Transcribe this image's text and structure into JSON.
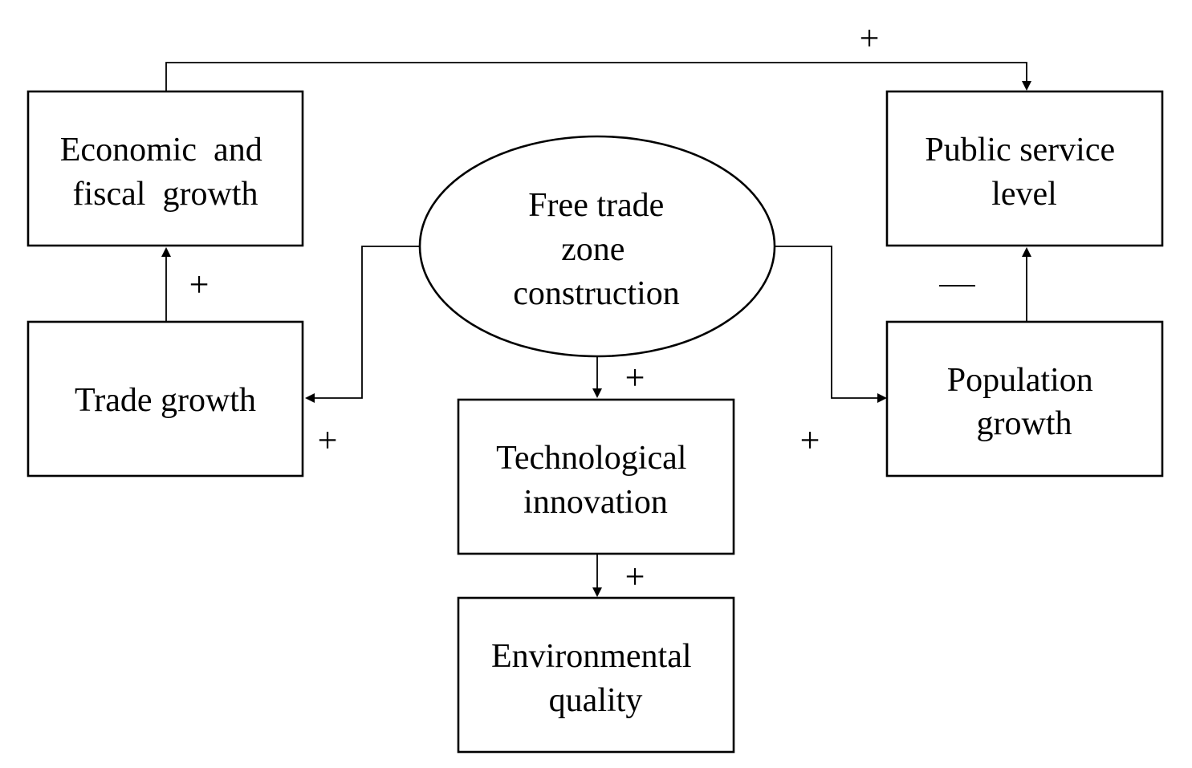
{
  "nodes": {
    "economic_fiscal_growth": {
      "lines": [
        "Economic  and",
        "fiscal  growth"
      ]
    },
    "public_service_level": {
      "lines": [
        "Public service",
        "level"
      ]
    },
    "free_trade_zone": {
      "lines": [
        "Free trade",
        "zone",
        "construction"
      ]
    },
    "trade_growth": {
      "lines": [
        "Trade growth"
      ]
    },
    "population_growth": {
      "lines": [
        "Population",
        "growth"
      ]
    },
    "technological_innovation": {
      "lines": [
        "Technological",
        "innovation"
      ]
    },
    "environmental_quality": {
      "lines": [
        "Environmental",
        "quality"
      ]
    }
  },
  "edges": {
    "economic_to_public_service": {
      "sign": "+"
    },
    "trade_to_economic": {
      "sign": "+"
    },
    "ftz_to_trade": {
      "sign": "+"
    },
    "ftz_to_population": {
      "sign": "+"
    },
    "population_to_public_service": {
      "sign": "minus"
    },
    "ftz_to_technology": {
      "sign": "+"
    },
    "technology_to_environment": {
      "sign": "+"
    }
  },
  "colors": {
    "stroke": "#000000",
    "background": "#ffffff"
  }
}
